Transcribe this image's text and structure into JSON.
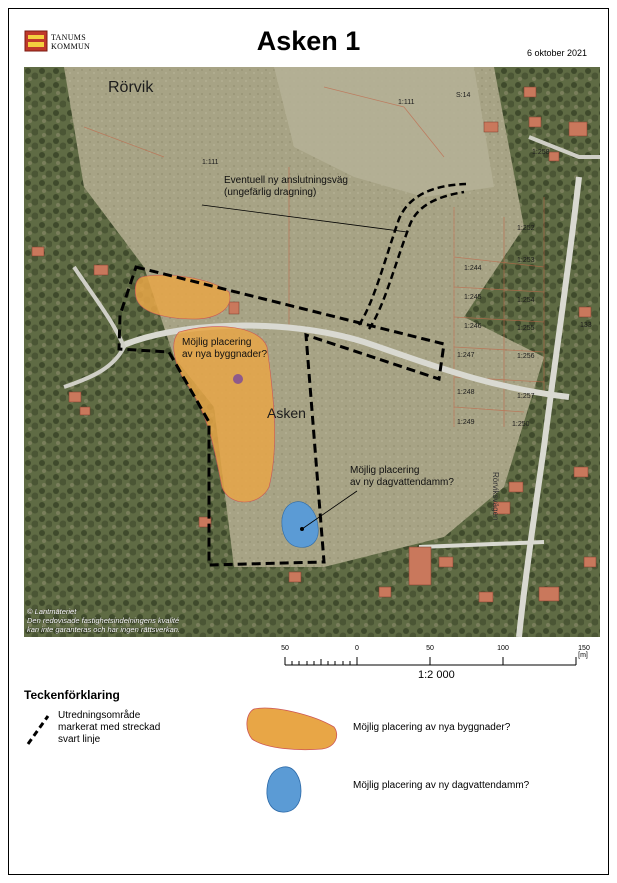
{
  "header": {
    "logo_line1": "TANUMS",
    "logo_line2": "KOMMUN",
    "title": "Asken 1",
    "date": "6 oktober 2021"
  },
  "map": {
    "place_labels": {
      "rorvik": "Rörvik",
      "asken": "Asken",
      "road": "Rörviksvägen"
    },
    "parcel_labels": [
      "1:111",
      "1:111",
      "S:14",
      "1:258",
      "1:252",
      "1:253",
      "1:244",
      "1:245",
      "1:254",
      "1:246",
      "1:255",
      "1:247",
      "1:256",
      "1:257",
      "1:248",
      "1:249",
      "1:250",
      "133"
    ],
    "callouts": {
      "road_line1": "Eventuell ny anslutningsväg",
      "road_line2": "(ungefärlig dragning)",
      "build_line1": "Möjlig placering",
      "build_line2": "av nya byggnader?",
      "pond_line1": "Möjlig placering",
      "pond_line2": "av ny dagvattendamm?"
    },
    "copyright_line1": "© Lantmäteriet",
    "copyright_line2": "Den redovisade fastighetsindelningens kvalité",
    "copyright_line3": "kan inte garanteras och har ingen rättsverkan."
  },
  "scale_bar": {
    "ticks": [
      "50",
      "0",
      "50",
      "100",
      "150 [m]"
    ],
    "ratio": "1:2 000"
  },
  "legend": {
    "title": "Teckenförklaring",
    "items": [
      {
        "label_line1": "Utredningsområde",
        "label_line2": "markerat med streckad",
        "label_line3": "svart linje"
      },
      {
        "label": "Möjlig placering av nya byggnader?"
      },
      {
        "label": "Möjlig placering av ny dagvattendamm?"
      }
    ]
  },
  "colors": {
    "building_area": "#e8a646",
    "pond_area": "#5b9bd5",
    "boundary": "#000000"
  }
}
